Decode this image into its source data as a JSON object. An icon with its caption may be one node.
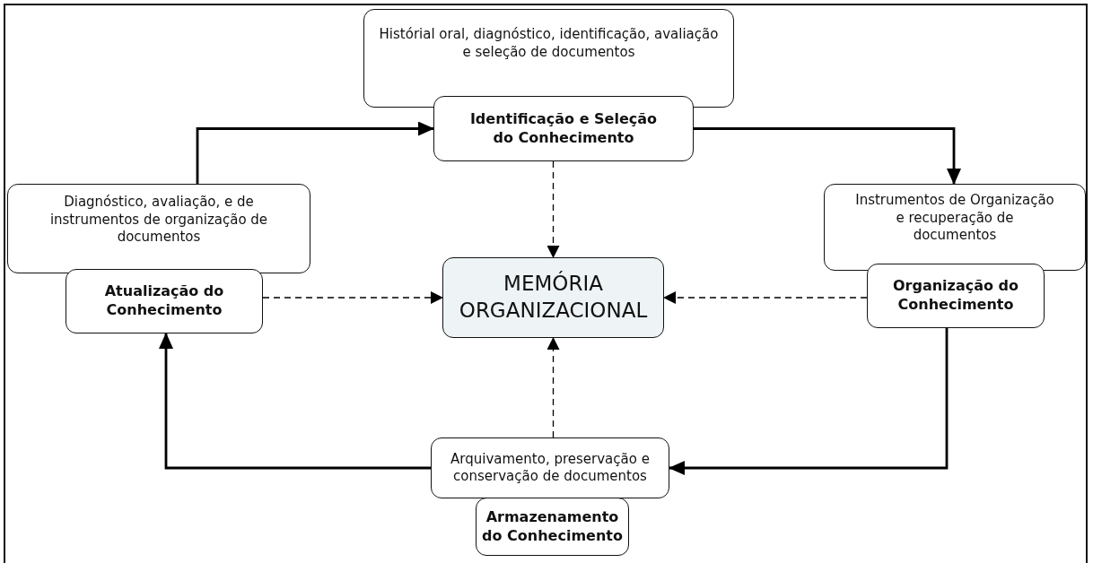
{
  "diagram": {
    "nodes": [
      {
        "text": [
          "Histórial oral, diagnóstico, identificação, avaliação e seleção de documentos"
        ]
      },
      {
        "text": [
          "Identificação e Seleção do Conhecimento"
        ]
      },
      {
        "text": [
          "Diagnóstico, avaliação, e de instrumentos de organização de documentos"
        ]
      },
      {
        "text": [
          "Atualização do Conhecimento"
        ]
      },
      {
        "text": [
          "MEMÓRIA ORGANIZACIONAL"
        ]
      },
      {
        "text": [
          "Instrumentos de Organização e recuperação de documentos"
        ]
      },
      {
        "text": [
          "Organização do Conhecimento"
        ]
      },
      {
        "text": [
          "Arquivamento, preservação e conservação de documentos"
        ]
      },
      {
        "text": [
          "Armazenamento do Conhecimento"
        ]
      }
    ],
    "edges": [
      {
        "from": 2,
        "to": 1,
        "arrow": "to"
      },
      {
        "from": 1,
        "to": 5,
        "arrow": "to"
      },
      {
        "from": 6,
        "to": 7,
        "arrow": "to"
      },
      {
        "from": 7,
        "to": 3,
        "arrow": "to"
      },
      {
        "from": 1,
        "to": 4,
        "arrow": "to",
        "style": "dashed"
      },
      {
        "from": 3,
        "to": 4,
        "arrow": "to",
        "style": "dashed"
      },
      {
        "from": 6,
        "to": 4,
        "arrow": "to",
        "style": "dashed"
      },
      {
        "from": 7,
        "to": 4,
        "arrow": "to",
        "style": "dashed"
      }
    ]
  }
}
